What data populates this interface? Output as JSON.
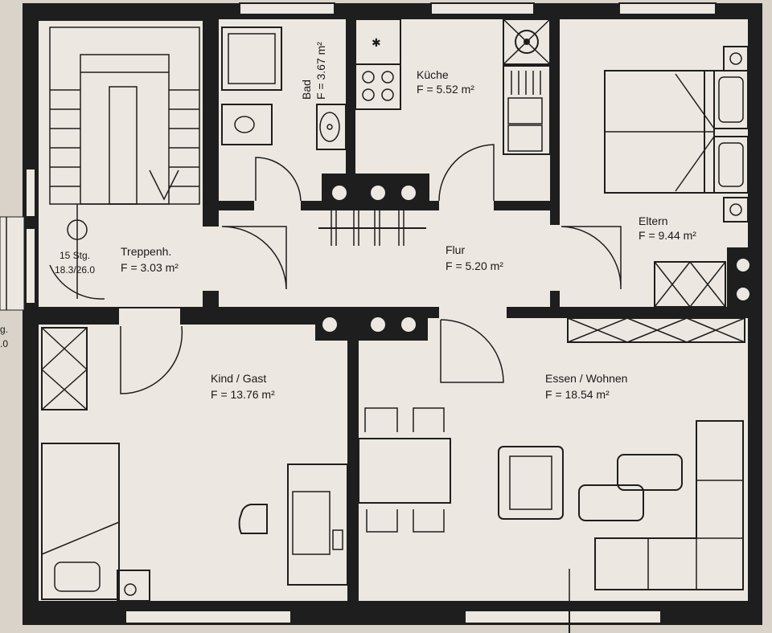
{
  "rooms": {
    "bad": {
      "name": "Bad",
      "area": "F = 3.67 m²"
    },
    "kueche": {
      "name": "Küche",
      "area": "F = 5.52 m²"
    },
    "eltern": {
      "name": "Eltern",
      "area": "F = 9.44 m²"
    },
    "treppenhaus": {
      "name": "Treppenh.",
      "area": "F = 3.03 m²"
    },
    "flur": {
      "name": "Flur",
      "area": "F = 5.20 m²"
    },
    "kind": {
      "name": "Kind / Gast",
      "area": "F = 13.76 m²"
    },
    "essen": {
      "name": "Essen / Wohnen",
      "area": "F = 18.54 m²"
    }
  },
  "stairs": {
    "steps": "15 Stg.",
    "ratio": "18.3/26.0"
  },
  "edge_text": {
    "line1": "g.",
    "line2": ".0"
  }
}
